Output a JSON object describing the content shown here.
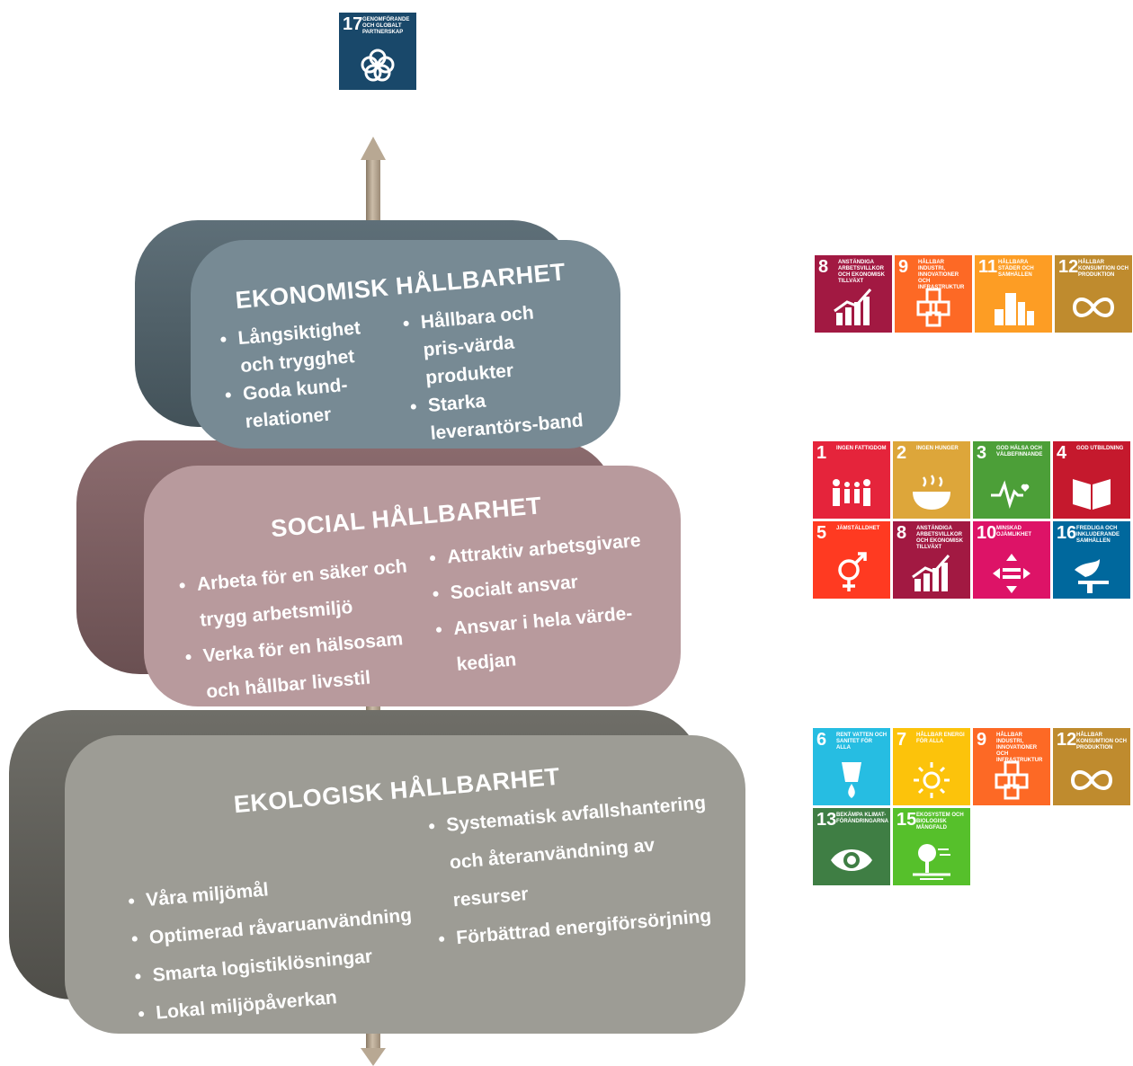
{
  "colors": {
    "economic": "#778a94",
    "social": "#b89a9d",
    "ecological": "#9d9c95",
    "axis": "#b8a893"
  },
  "economic": {
    "title": "EKONOMISK HÅLLBARHET",
    "left": [
      "Långsiktighet och trygghet",
      "Goda kund-relationer"
    ],
    "right": [
      "Hållbara och pris-värda produkter",
      "Starka leverantörs-band"
    ]
  },
  "social": {
    "title": "SOCIAL HÅLLBARHET",
    "left": [
      "Arbeta för en säker och trygg arbetsmiljö",
      "Verka för en hälsosam och hållbar livsstil"
    ],
    "right": [
      "Attraktiv arbetsgivare",
      "Socialt ansvar",
      "Ansvar i hela värde-kedjan"
    ]
  },
  "ecological": {
    "title": "EKOLOGISK HÅLLBARHET",
    "left": [
      "Våra miljömål",
      "Optimerad råvaruanvändning",
      "Smarta logistiklösningar",
      "Lokal miljöpåverkan"
    ],
    "right": [
      "Systematisk avfallshantering och återanvändning av resurser",
      "Förbättrad energiförsörjning"
    ]
  },
  "sdg_top": {
    "num": "17",
    "label": "GENOMFÖRANDE OCH GLOBALT PARTNERSKAP",
    "color": "#19486a",
    "icon": "partnership-icon"
  },
  "sdg_economic": [
    {
      "num": "8",
      "label": "ANSTÄNDIGA ARBETSVILLKOR OCH EKONOMISK TILLVÄXT",
      "color": "#a21942",
      "icon": "growth-chart-icon"
    },
    {
      "num": "9",
      "label": "HÅLLBAR INDUSTRI, INNOVATIONER OCH INFRASTRUKTUR",
      "color": "#fd6925",
      "icon": "cubes-icon"
    },
    {
      "num": "11",
      "label": "HÅLLBARA STÄDER OCH SAMHÄLLEN",
      "color": "#fd9d24",
      "icon": "city-icon"
    },
    {
      "num": "12",
      "label": "HÅLLBAR KONSUMTION OCH PRODUKTION",
      "color": "#bf8b2e",
      "icon": "infinity-icon"
    }
  ],
  "sdg_social": [
    {
      "num": "1",
      "label": "INGEN FATTIGDOM",
      "color": "#e5243b",
      "icon": "family-icon"
    },
    {
      "num": "2",
      "label": "INGEN HUNGER",
      "color": "#dda63a",
      "icon": "bowl-icon"
    },
    {
      "num": "3",
      "label": "GOD HÄLSA OCH VÄLBEFINNANDE",
      "color": "#4c9f38",
      "icon": "heartbeat-icon"
    },
    {
      "num": "4",
      "label": "GOD UTBILDNING",
      "color": "#c5192d",
      "icon": "book-icon"
    },
    {
      "num": "5",
      "label": "JÄMSTÄLLDHET",
      "color": "#ff3a21",
      "icon": "gender-icon"
    },
    {
      "num": "8",
      "label": "ANSTÄNDIGA ARBETSVILLKOR OCH EKONOMISK TILLVÄXT",
      "color": "#a21942",
      "icon": "growth-chart-icon"
    },
    {
      "num": "10",
      "label": "MINSKAD OJÄMLIKHET",
      "color": "#dd1367",
      "icon": "equality-icon"
    },
    {
      "num": "16",
      "label": "FREDLIGA OCH INKLUDERANDE SAMHÄLLEN",
      "color": "#00689d",
      "icon": "dove-icon"
    }
  ],
  "sdg_ecological": [
    {
      "num": "6",
      "label": "RENT VATTEN OCH SANITET FÖR ALLA",
      "color": "#26bde2",
      "icon": "water-icon"
    },
    {
      "num": "7",
      "label": "HÅLLBAR ENERGI FÖR ALLA",
      "color": "#fcc30b",
      "icon": "sun-icon"
    },
    {
      "num": "9",
      "label": "HÅLLBAR INDUSTRI, INNOVATIONER OCH INFRASTRUKTUR",
      "color": "#fd6925",
      "icon": "cubes-icon"
    },
    {
      "num": "12",
      "label": "HÅLLBAR KONSUMTION OCH PRODUKTION",
      "color": "#bf8b2e",
      "icon": "infinity-icon"
    },
    {
      "num": "13",
      "label": "BEKÄMPA KLIMAT-FÖRÄNDRINGARNA",
      "color": "#3f7e44",
      "icon": "eye-icon"
    },
    {
      "num": "15",
      "label": "EKOSYSTEM OCH BIOLOGISK MÅNGFALD",
      "color": "#56c02b",
      "icon": "tree-icon"
    }
  ]
}
